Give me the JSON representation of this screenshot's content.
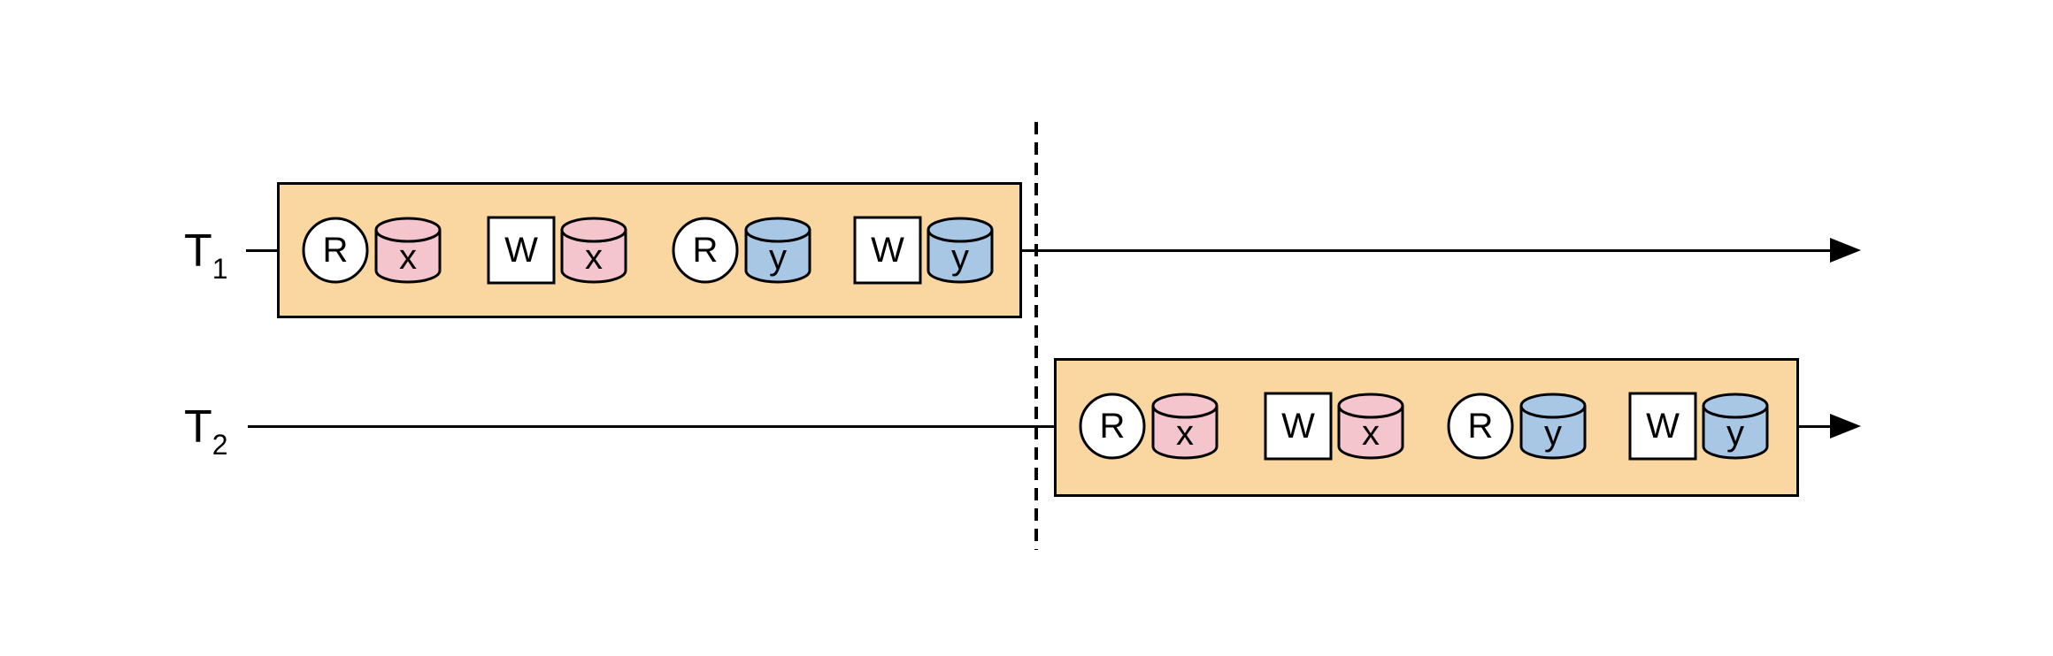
{
  "diagram": {
    "description": "Serial schedule of two transactions operating on data items x and y",
    "colors": {
      "box_fill": "#FAD7A0",
      "pink": "#F5C5CD",
      "blue": "#A8C7E5",
      "white": "#FFFFFF",
      "stroke": "#000000"
    },
    "separator": {
      "style": "dashed-vertical-line"
    },
    "rows": [
      {
        "label": "T",
        "label_sub": "1",
        "operations": [
          {
            "shape": "circle",
            "icon": "read-operation-icon",
            "fill": "white",
            "label": "R"
          },
          {
            "shape": "cylinder",
            "icon": "database-x-icon",
            "fill": "pink",
            "label": "x"
          },
          {
            "shape": "square",
            "icon": "write-operation-icon",
            "fill": "white",
            "label": "W"
          },
          {
            "shape": "cylinder",
            "icon": "database-x-icon",
            "fill": "pink",
            "label": "x"
          },
          {
            "shape": "circle",
            "icon": "read-operation-icon",
            "fill": "white",
            "label": "R"
          },
          {
            "shape": "cylinder",
            "icon": "database-y-icon",
            "fill": "blue",
            "label": "y"
          },
          {
            "shape": "square",
            "icon": "write-operation-icon",
            "fill": "white",
            "label": "W"
          },
          {
            "shape": "cylinder",
            "icon": "database-y-icon",
            "fill": "blue",
            "label": "y"
          }
        ]
      },
      {
        "label": "T",
        "label_sub": "2",
        "operations": [
          {
            "shape": "circle",
            "icon": "read-operation-icon",
            "fill": "white",
            "label": "R"
          },
          {
            "shape": "cylinder",
            "icon": "database-x-icon",
            "fill": "pink",
            "label": "x"
          },
          {
            "shape": "square",
            "icon": "write-operation-icon",
            "fill": "white",
            "label": "W"
          },
          {
            "shape": "cylinder",
            "icon": "database-x-icon",
            "fill": "pink",
            "label": "x"
          },
          {
            "shape": "circle",
            "icon": "read-operation-icon",
            "fill": "white",
            "label": "R"
          },
          {
            "shape": "cylinder",
            "icon": "database-y-icon",
            "fill": "blue",
            "label": "y"
          },
          {
            "shape": "square",
            "icon": "write-operation-icon",
            "fill": "white",
            "label": "W"
          },
          {
            "shape": "cylinder",
            "icon": "database-y-icon",
            "fill": "blue",
            "label": "y"
          }
        ]
      }
    ]
  }
}
